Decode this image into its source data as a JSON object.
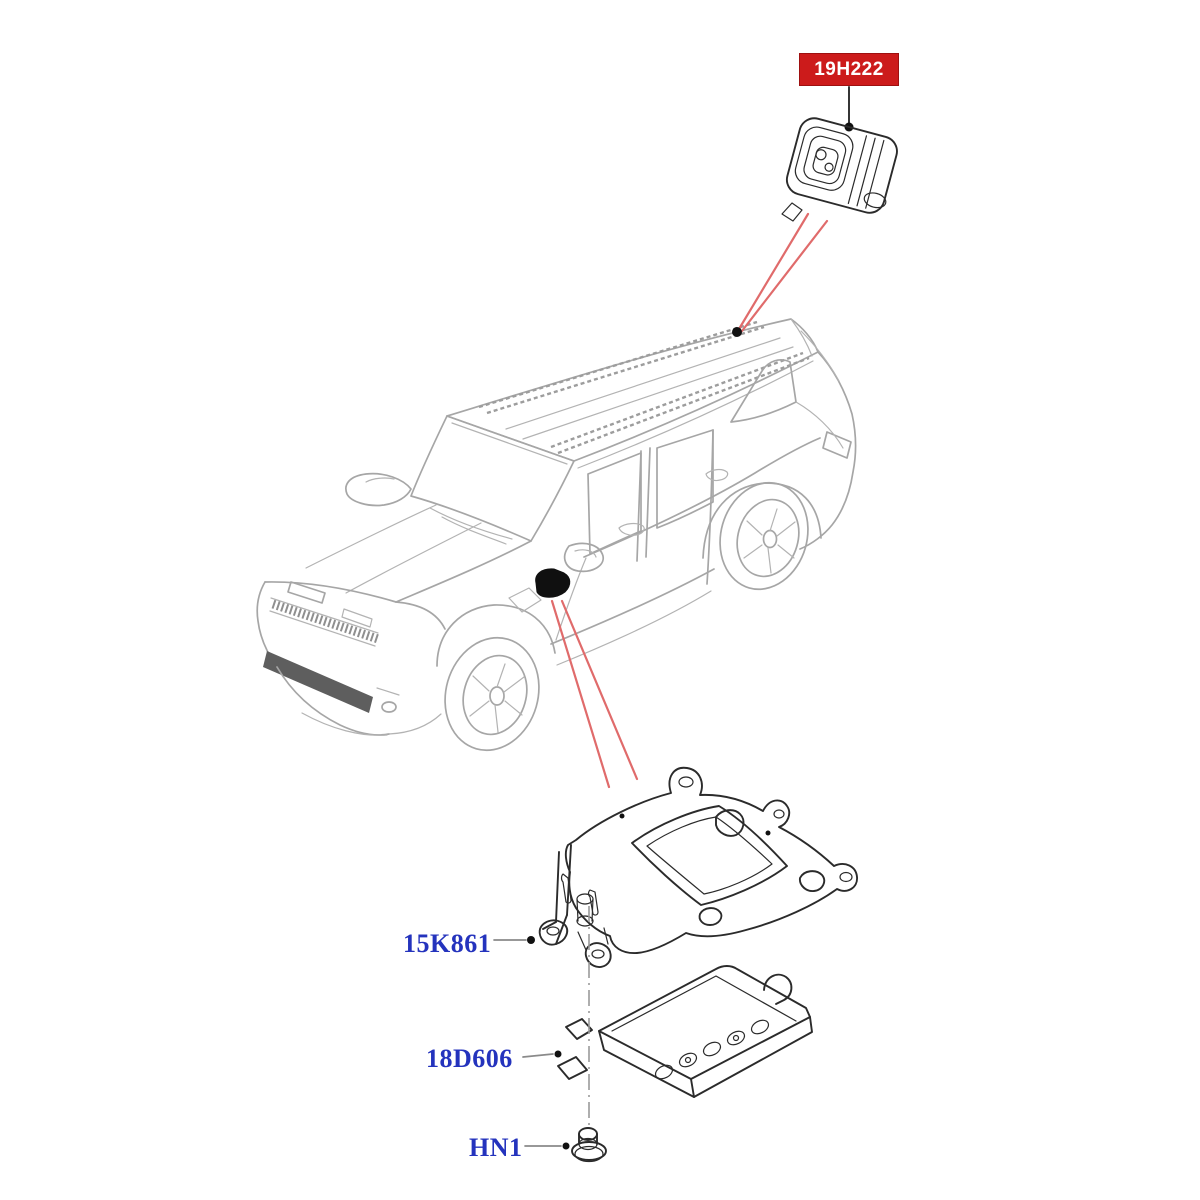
{
  "diagram": {
    "highlight_label": {
      "code": "19H222"
    },
    "part_labels": [
      {
        "code": "15K861"
      },
      {
        "code": "18D606"
      },
      {
        "code": "HN1"
      }
    ],
    "illustrations": {
      "vehicle": "suv-three-quarter-line-art",
      "camera": "camera-unit-part",
      "bracket": "mounting-bracket-part",
      "module": "control-module-part",
      "nut": "flange-nut-part"
    },
    "colors": {
      "highlight_bg": "#cc1b1b",
      "highlight_text": "#ffffff",
      "part_code_text": "#2433bd",
      "leader_line_red": "#e06b6b",
      "artwork_dark": "#2b2b2b",
      "artwork_gray": "#a6a6a6",
      "background": "#ffffff"
    }
  }
}
